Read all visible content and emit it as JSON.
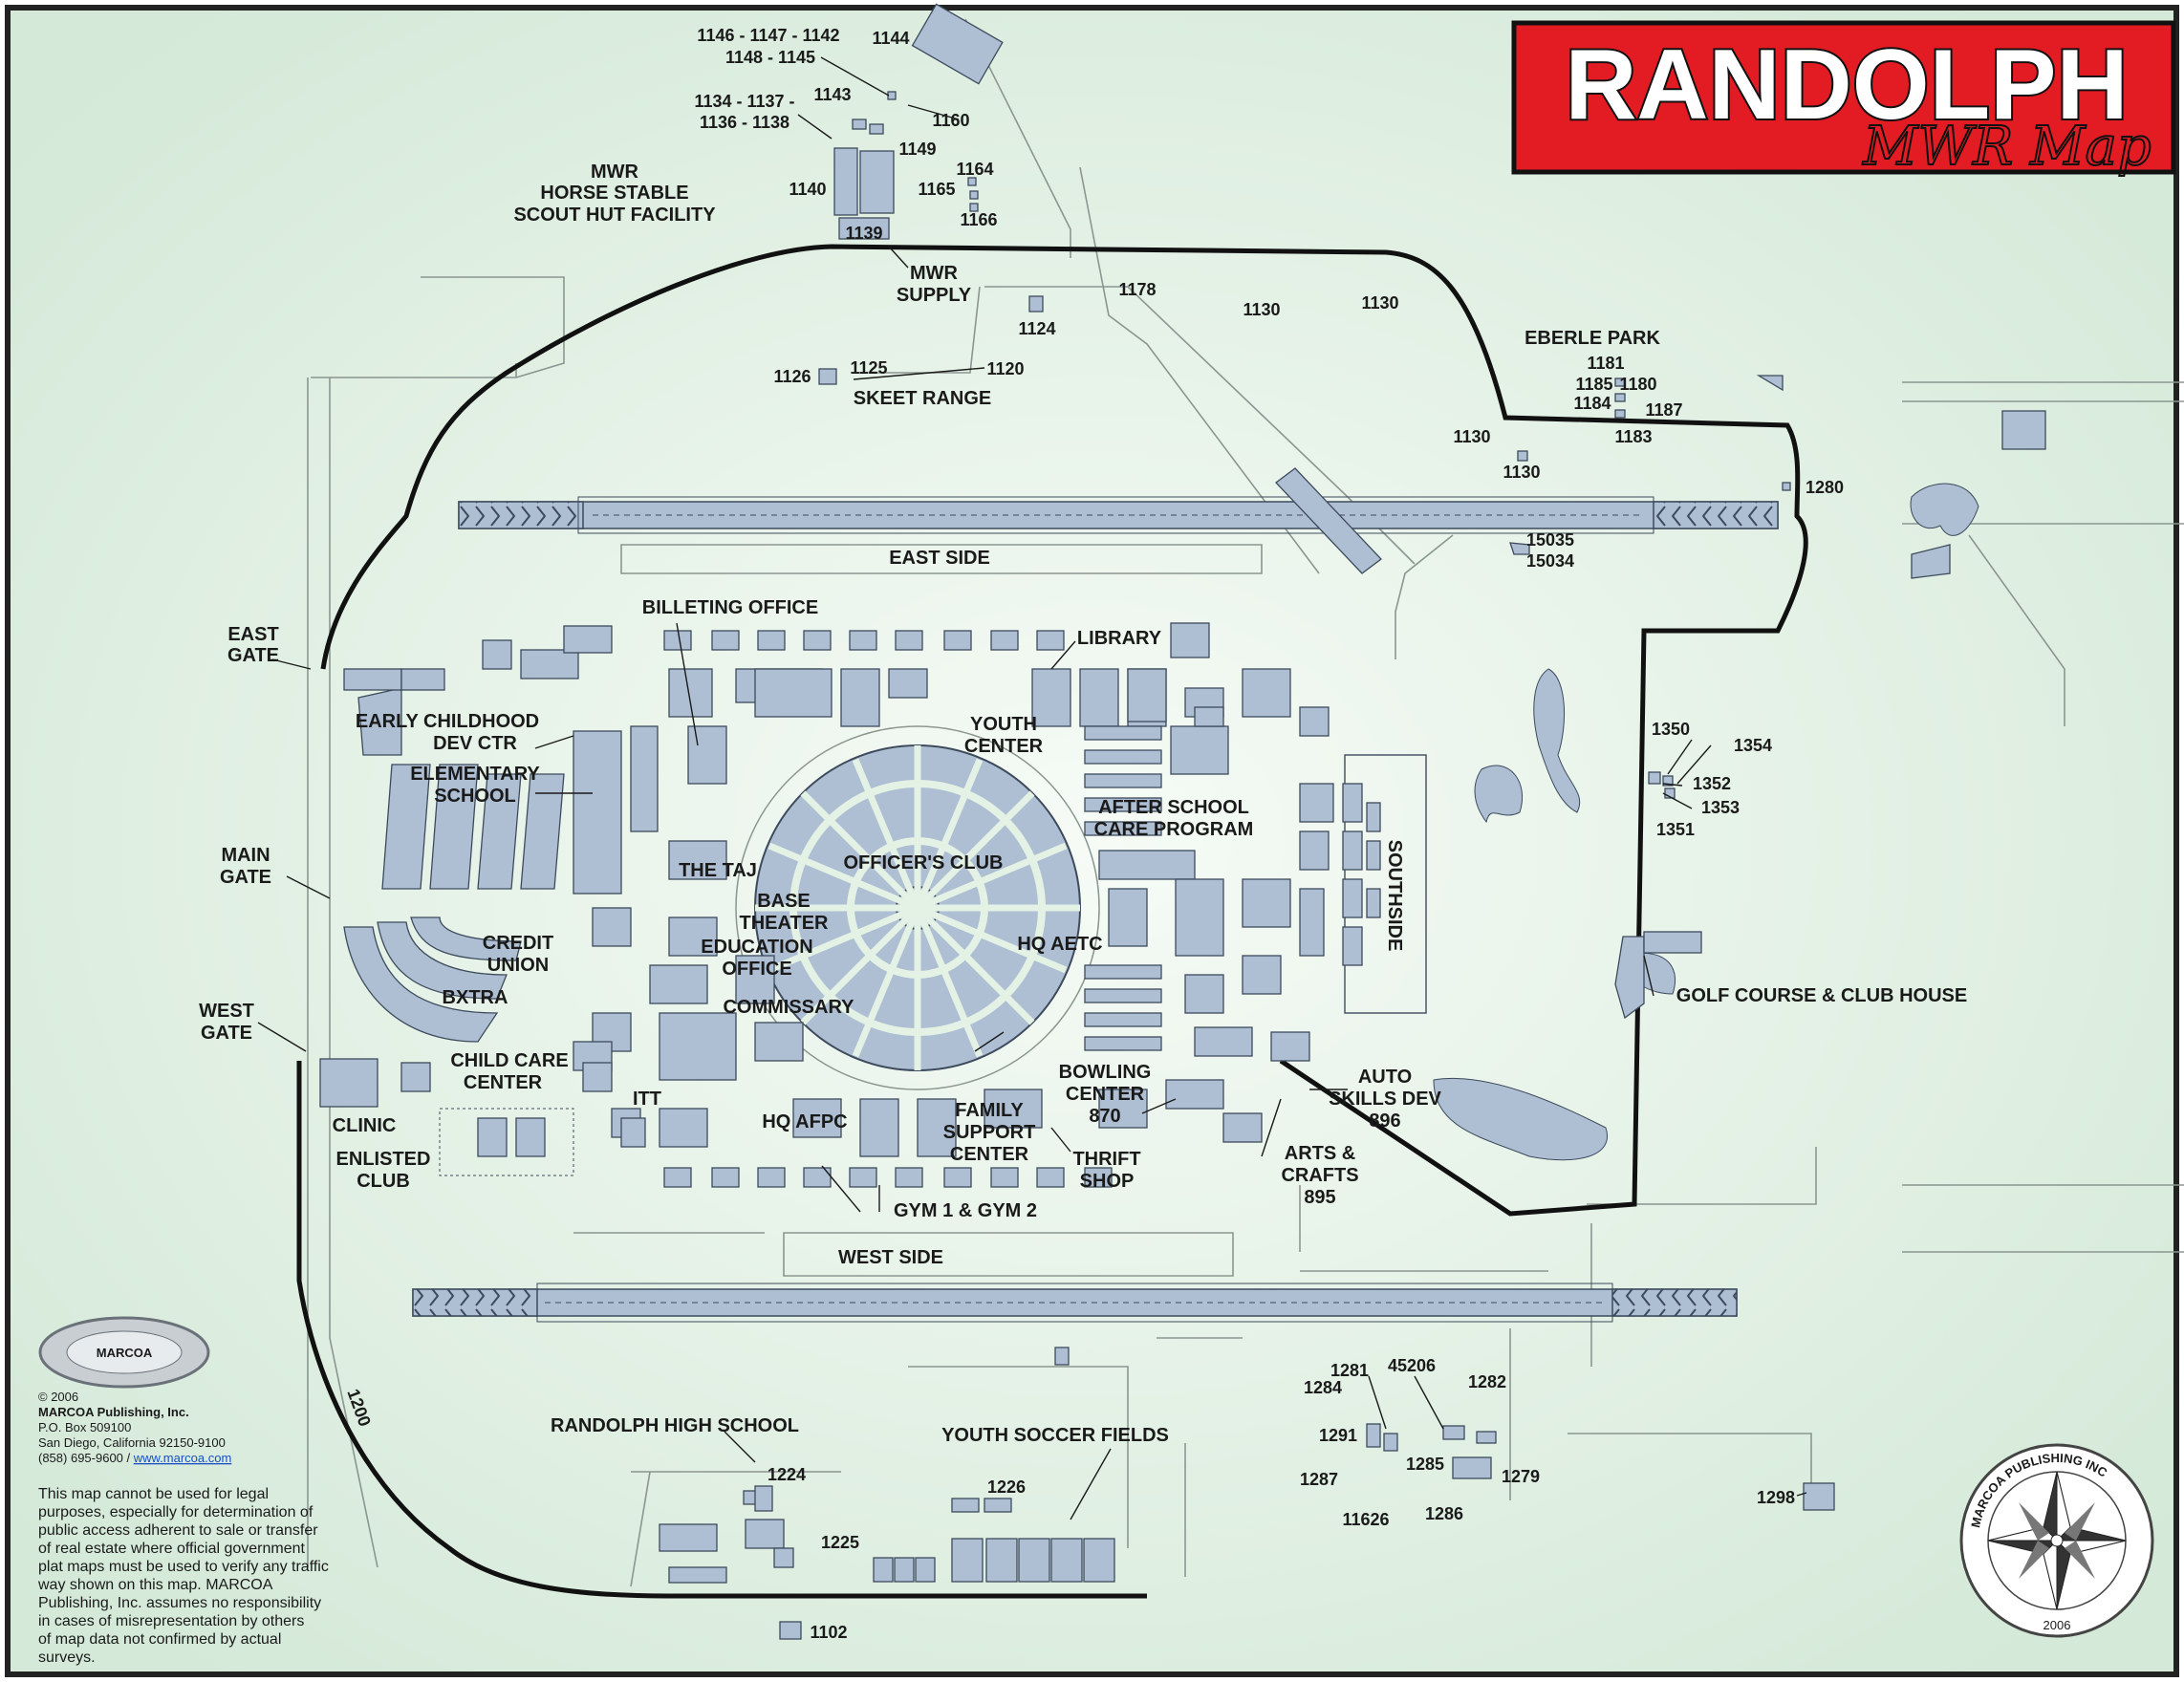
{
  "title": {
    "main": "RANDOLPH",
    "sub": "MWR Map"
  },
  "colors": {
    "background": "#e4f1e5",
    "building": "#aebfd3",
    "banner": "#e31b23",
    "perimeter": "#111111"
  },
  "labels": {
    "stable_1": "MWR",
    "stable_2": "HORSE STABLE",
    "stable_3": "SCOUT HUT FACILITY",
    "mwr_supply_1": "MWR",
    "mwr_supply_2": "SUPPLY",
    "skeet_range": "SKEET RANGE",
    "eberle_park": "EBERLE PARK",
    "east_gate_1": "EAST",
    "east_gate_2": "GATE",
    "main_gate_1": "MAIN",
    "main_gate_2": "GATE",
    "west_gate_1": "WEST",
    "west_gate_2": "GATE",
    "east_side": "EAST SIDE",
    "west_side": "WEST SIDE",
    "southside": "SOUTHSIDE",
    "billeting_office": "BILLETING OFFICE",
    "library": "LIBRARY",
    "early_childhood_1": "EARLY CHILDHOOD",
    "early_childhood_2": "DEV CTR",
    "elementary_1": "ELEMENTARY",
    "elementary_2": "SCHOOL",
    "youth_center_1": "YOUTH",
    "youth_center_2": "CENTER",
    "after_school_1": "AFTER SCHOOL",
    "after_school_2": "CARE PROGRAM",
    "the_taj": "THE TAJ",
    "officers_club": "OFFICER'S CLUB",
    "base_theater_1": "BASE",
    "base_theater_2": "THEATER",
    "credit_union_1": "CREDIT",
    "credit_union_2": "UNION",
    "education_1": "EDUCATION",
    "education_2": "OFFICE",
    "hq_aetc": "HQ AETC",
    "bxtra": "BXTRA",
    "commissary": "COMMISSARY",
    "child_care_1": "CHILD CARE",
    "child_care_2": "CENTER",
    "itt": "ITT",
    "hq_afpc": "HQ AFPC",
    "bowling_1": "BOWLING",
    "bowling_2": "CENTER",
    "bowling_3": "870",
    "auto_skills_1": "AUTO",
    "auto_skills_2": "SKILLS DEV",
    "auto_skills_3": "896",
    "family_support_1": "FAMILY",
    "family_support_2": "SUPPORT",
    "family_support_3": "CENTER",
    "thrift_1": "THRIFT",
    "thrift_2": "SHOP",
    "arts_1": "ARTS &",
    "arts_2": "CRAFTS",
    "arts_3": "895",
    "clinic": "CLINIC",
    "enlisted_1": "ENLISTED",
    "enlisted_2": "CLUB",
    "gyms": "GYM 1 & GYM 2",
    "golf": "GOLF COURSE & CLUB HOUSE",
    "high_school": "RANDOLPH HIGH SCHOOL",
    "soccer": "YOUTH SOCCER FIELDS",
    "road_1200": "1200"
  },
  "building_numbers": {
    "b1146": "1146 - 1147 - 1142",
    "b1148": "1148 - 1145",
    "b1144": "1144",
    "b1134": "1134 - 1137 -",
    "b1136": "1136 - 1138",
    "b1143": "1143",
    "b1160": "1160",
    "b1149": "1149",
    "b1164": "1164",
    "b1140": "1140",
    "b1165": "1165",
    "b1166": "1166",
    "b1139": "1139",
    "b1178": "1178",
    "b1130a": "1130",
    "b1130b": "1130",
    "b1124": "1124",
    "b1126": "1126",
    "b1125": "1125",
    "b1120": "1120",
    "b1181": "1181",
    "b1185": "1185",
    "b1180": "1180",
    "b1184": "1184",
    "b1187": "1187",
    "b1183": "1183",
    "b1130c": "1130",
    "b1130d": "1130",
    "b1280": "1280",
    "b15035": "15035",
    "b15034": "15034",
    "b1350": "1350",
    "b1354": "1354",
    "b1352": "1352",
    "b1353": "1353",
    "b1351": "1351",
    "b1281": "1281",
    "b45206": "45206",
    "b1282": "1282",
    "b1284": "1284",
    "b1291": "1291",
    "b1285": "1285",
    "b1279": "1279",
    "b1287": "1287",
    "b11626": "11626",
    "b1286": "1286",
    "b1298": "1298",
    "b1224": "1224",
    "b1225": "1225",
    "b1226": "1226",
    "b1102": "1102"
  },
  "publisher": {
    "logo": "MARCOA",
    "copyright": "© 2006",
    "name": "MARCOA Publishing, Inc.",
    "po_box": "P.O. Box 509100",
    "city": "San Diego, California 92150-9100",
    "phone": "(858) 695-9600 / ",
    "url": "www.marcoa.com",
    "disclaimer": [
      "This map cannot be used for legal",
      "purposes, especially for determination of",
      "public access adherent to sale or transfer",
      "of real estate where official government",
      "plat maps must be used to verify any traffic",
      "way shown on this map. MARCOA",
      "Publishing, Inc. assumes no responsibility",
      "in cases of misrepresentation by others",
      "of map data not confirmed by actual",
      "surveys."
    ],
    "seal_text": "MARCOA PUBLISHING INC",
    "seal_year": "2006"
  }
}
